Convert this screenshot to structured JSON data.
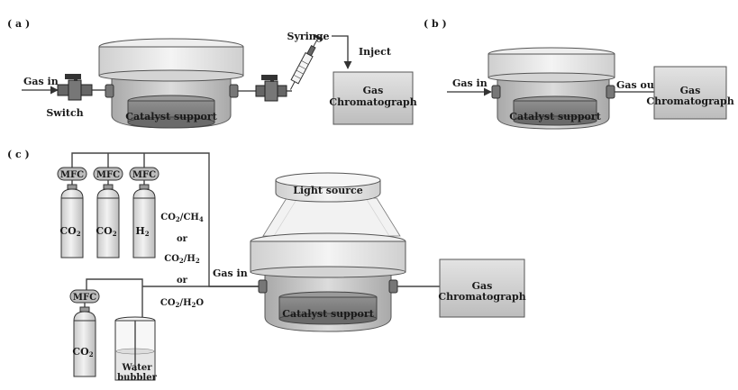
{
  "panels": {
    "a": "( a )",
    "b": "( b )",
    "c": "( c )"
  },
  "panel_a": {
    "gas_in": "Gas in",
    "switch": "Switch",
    "syringe": "Syringe",
    "inject": "Inject",
    "catalyst": "Catalyst support",
    "gc_line1": "Gas",
    "gc_line2": "Chromatograph"
  },
  "panel_b": {
    "gas_in": "Gas in",
    "gas_out": "Gas out",
    "catalyst": "Catalyst support",
    "gc_line1": "Gas",
    "gc_line2": "Chromatograph"
  },
  "panel_c": {
    "mfc": "MFC",
    "cyl1_label": "CO",
    "cyl1_sub": "2",
    "cyl2_label": "CO",
    "cyl2_sub": "2",
    "cyl3_label": "H",
    "cyl3_sub": "2",
    "cyl4_label": "CO",
    "cyl4_sub": "2",
    "mix1_a": "CO",
    "mix1_sub": "2",
    "mix1_b": "/CH",
    "mix1_sub2": "4",
    "or1": "or",
    "mix2_a": "CO",
    "mix2_sub": "2",
    "mix2_b": "/H",
    "mix2_sub2": "2",
    "or2": "or",
    "mix3_a": "CO",
    "mix3_sub": "2",
    "mix3_b": "/H",
    "mix3_sub2": "2",
    "mix3_c": "O",
    "gas_in": "Gas in",
    "light_source": "Light source",
    "catalyst": "Catalyst support",
    "water_line1": "Water",
    "water_line2": "bubbler",
    "gc_line1": "Gas",
    "gc_line2": "Chromatograph"
  }
}
